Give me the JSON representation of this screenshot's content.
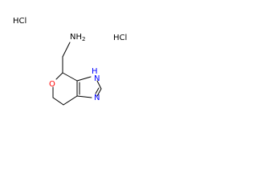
{
  "molecule": {
    "salt_labels": [
      "HCl",
      "HCl"
    ],
    "atom_labels": {
      "amine": "NH",
      "amine_sub": "2",
      "imidazole_nh": "H",
      "imidazole_n_top": "N",
      "imidazole_n_bottom": "N",
      "oxygen": "O"
    },
    "colors": {
      "bond": "#000000",
      "carbon_text": "#000000",
      "nitrogen": "#0000ff",
      "oxygen": "#ff0000"
    }
  }
}
